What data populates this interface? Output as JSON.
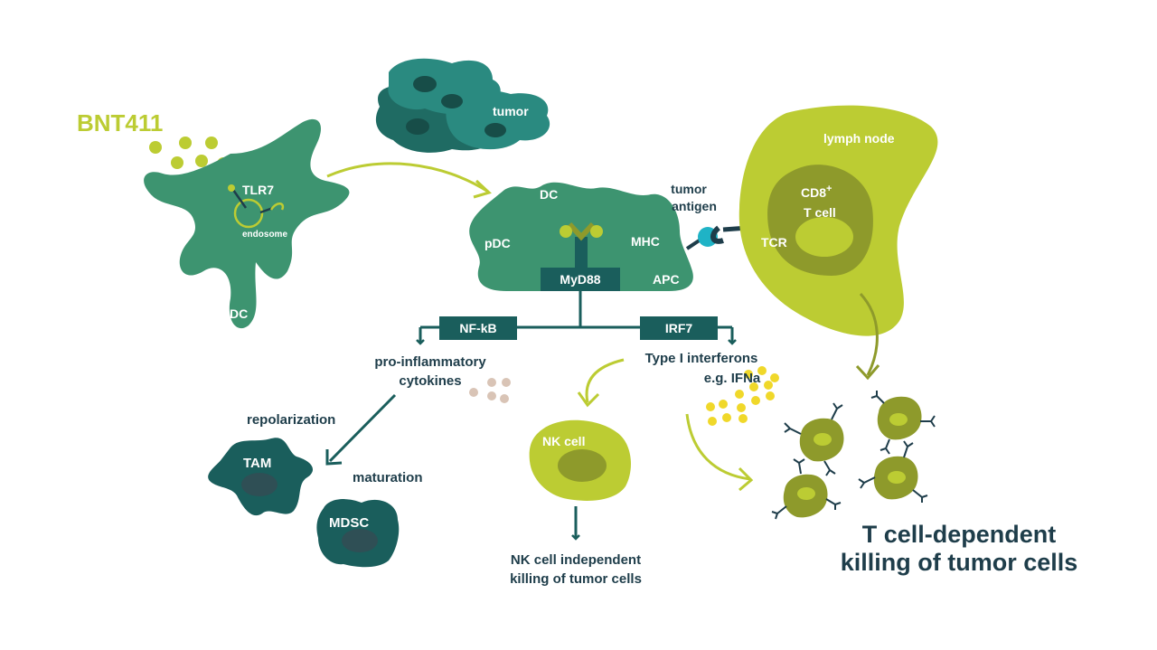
{
  "labels": {
    "drug": "BNT411",
    "tlr7": "TLR7",
    "endosome": "endosome",
    "dc_left": "DC",
    "tumor": "tumor",
    "dc_top": "DC",
    "pdc": "pDC",
    "mhc": "MHC",
    "apc": "APC",
    "myd88": "MyD88",
    "tumor_antigen_line1": "tumor",
    "tumor_antigen_line2": "antigen",
    "tcr": "TCR",
    "lymph_node": "lymph node",
    "cd8_line1": "CD8",
    "cd8_sup": "+",
    "cd8_line2": "T cell",
    "nfkb": "NF-kB",
    "irf7": "IRF7",
    "cytokines_line1": "pro-inflammatory",
    "cytokines_line2": "cytokines",
    "ifn_line1": "Type I interferons",
    "ifn_line2": "e.g. IFNa",
    "repolarization": "repolarization",
    "maturation": "maturation",
    "tam": "TAM",
    "mdsc": "MDSC",
    "nk_cell": "NK cell",
    "nk_killing_line1": "NK cell independent",
    "nk_killing_line2": "killing of tumor cells",
    "t_killing_line1": "T cell-dependent",
    "t_killing_line2": "killing of tumor cells"
  },
  "colors": {
    "dc_green": "#3d9470",
    "dark_teal": "#1a5e5c",
    "tumor_teal": "#2a8a80",
    "tumor_dark": "#1f6b63",
    "lime": "#bccc33",
    "olive": "#8e9a2b",
    "navy": "#1e3d4a",
    "yellow": "#f0d82a",
    "beige": "#d9c4b6",
    "cyan": "#1fb3c6",
    "white": "#ffffff"
  }
}
